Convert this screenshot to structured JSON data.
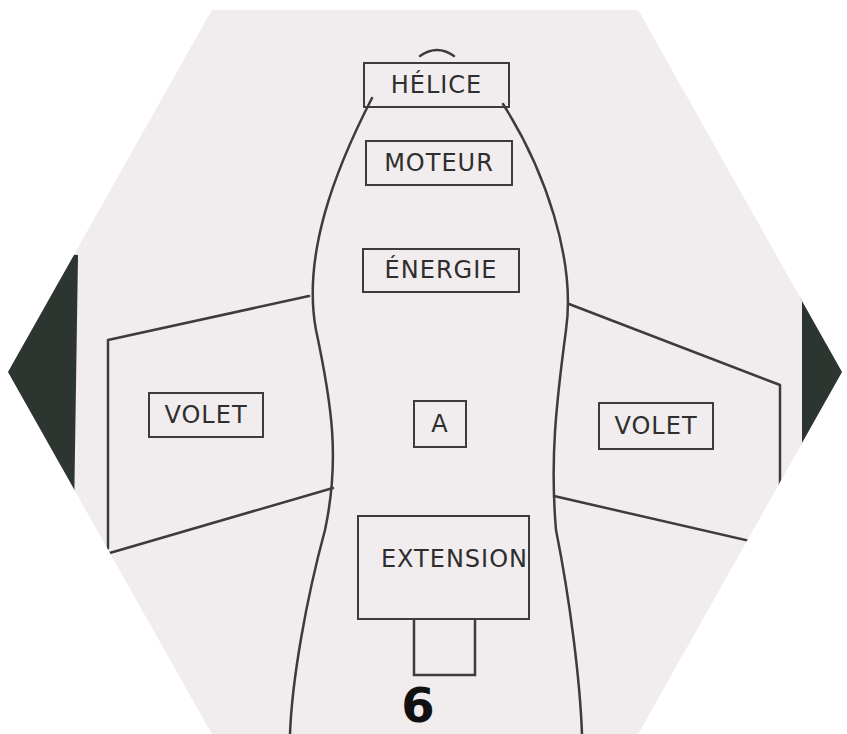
{
  "diagram": {
    "nodes": [
      {
        "text": [
          "HÉLICE"
        ]
      },
      {
        "text": [
          "MOTEUR"
        ]
      },
      {
        "text": [
          "ÉNERGIE"
        ]
      },
      {
        "text": [
          "VOLET"
        ]
      },
      {
        "text": [
          "A"
        ]
      },
      {
        "text": [
          "VOLET"
        ]
      },
      {
        "text": [
          "EXTENSION"
        ]
      }
    ],
    "labels": [
      "6"
    ]
  }
}
